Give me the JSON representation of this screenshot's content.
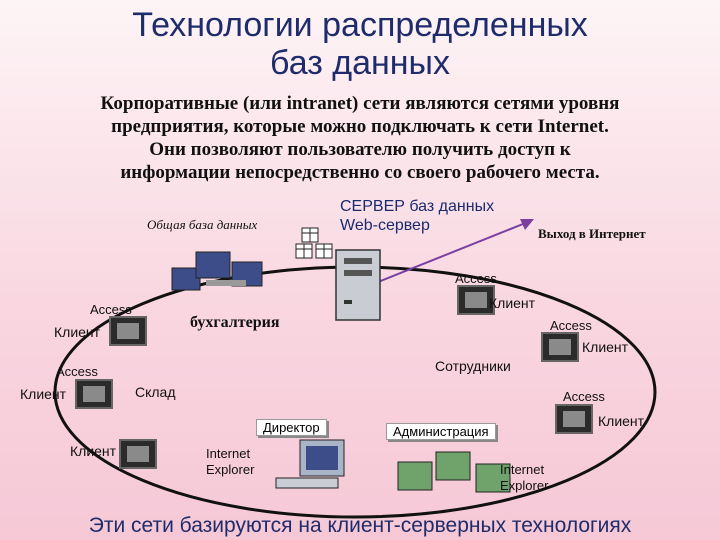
{
  "title": {
    "line1": "Технологии распределенных",
    "line2": "баз данных"
  },
  "intro": [
    "Корпоративные (или intranet) сети являются сетями уровня",
    "предприятия, которые можно подключать к сети Internet.",
    "Они позволяют пользователю получить доступ к",
    "информации непосредственно со своего рабочего места."
  ],
  "labels": {
    "common_db": "Общая база данных",
    "server_line1": "СЕРВЕР баз данных",
    "server_line2": "Web-сервер",
    "internet_exit": "Выход в Интернет",
    "accounting": "бухгалтерия",
    "employees": "Сотрудники",
    "warehouse": "Склад",
    "director": "Директор",
    "administration": "Администрация",
    "ie_left_1": "Internet",
    "ie_left_2": "Explorer",
    "ie_right_1": "Internet",
    "ie_right_2": "Explorer"
  },
  "access": "Access",
  "client": "Клиент",
  "footer": "Эти сети базируются на клиент-серверных технологиях",
  "colors": {
    "title": "#1f2c6b",
    "ring": "#111111",
    "arrow": "#7b3fa0",
    "background": "#f8d3df"
  }
}
